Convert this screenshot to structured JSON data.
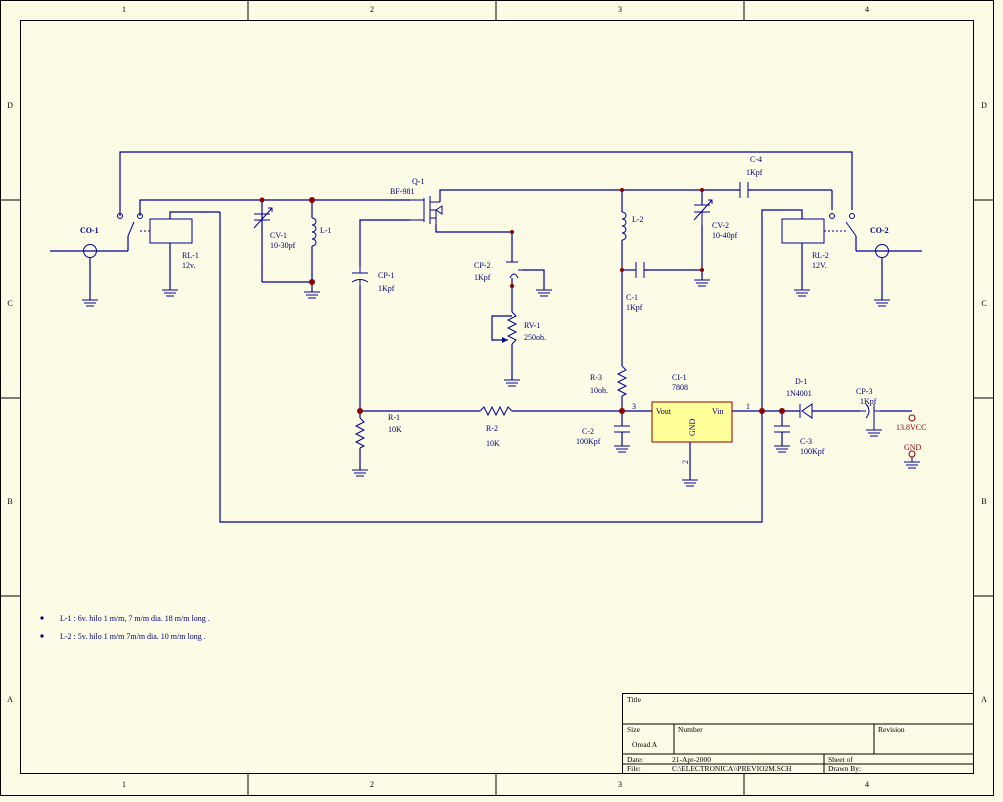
{
  "border": {
    "columns": [
      "1",
      "2",
      "3",
      "4"
    ],
    "rows": [
      "D",
      "C",
      "B",
      "A"
    ]
  },
  "components": {
    "co1": "CO-1",
    "co2": "CO-2",
    "rl1": {
      "ref": "RL-1",
      "value": "12v."
    },
    "rl2": {
      "ref": "RL-2",
      "value": "12V."
    },
    "cv1": {
      "ref": "CV-1",
      "value": "10-30pf"
    },
    "l1": "L-1",
    "q1": {
      "ref": "Q-1",
      "value": "BF-981"
    },
    "cp1": {
      "ref": "CP-1",
      "value": "1Kpf"
    },
    "cp2": {
      "ref": "CP-2",
      "value": "1Kpf"
    },
    "rv1": {
      "ref": "RV-1",
      "value": "250oh."
    },
    "l2": "L-2",
    "cv2": {
      "ref": "CV-2",
      "value": "10-40pf"
    },
    "c4": {
      "ref": "C-4",
      "value": "1Kpf"
    },
    "c1": {
      "ref": "C-1",
      "value": "1Kpf"
    },
    "r3": {
      "ref": "R-3",
      "value": "10oh."
    },
    "ci1": {
      "ref": "CI-1",
      "value": "7808",
      "pin_vout": "Vout",
      "pin_vin": "Vin",
      "pin_gnd": "GND",
      "pin1": "1",
      "pin2": "2",
      "pin3": "3"
    },
    "d1": {
      "ref": "D-1",
      "value": "1N4001"
    },
    "cp3": {
      "ref": "CP-3",
      "value": "1Kpf"
    },
    "r1": {
      "ref": "R-1",
      "value": "10K"
    },
    "r2": {
      "ref": "R-2",
      "value": "10K"
    },
    "c2": {
      "ref": "C-2",
      "value": "100Kpf"
    },
    "c3": {
      "ref": "C-3",
      "value": "100Kpf"
    },
    "vcc": "13.8VCC",
    "gnd": "GND"
  },
  "notes": [
    "L-1 : 6v. hilo 1 m/m, 7 m/m dia. 18 m/m long .",
    "L-2 : 5v. hilo 1 m/m 7m/m dia. 10 m/m long ."
  ],
  "title_block": {
    "title_label": "Title",
    "size_label": "Size",
    "size_value": "Oread A",
    "number_label": "Number",
    "revision_label": "Revision",
    "date_label": "Date:",
    "date_value": "21-Apr-2000",
    "sheet_label": "Sheet  of",
    "file_label": "File:",
    "file_value": "C:\\ELECTRONICA\\\\PREVIO2M.SCH",
    "drawn_label": "Drawn By:"
  },
  "colors": {
    "paper": "#fbfbe6",
    "wire": "#00009a",
    "junction": "#8b0000",
    "ic_fill": "#ffff99",
    "text": "#00007a"
  }
}
